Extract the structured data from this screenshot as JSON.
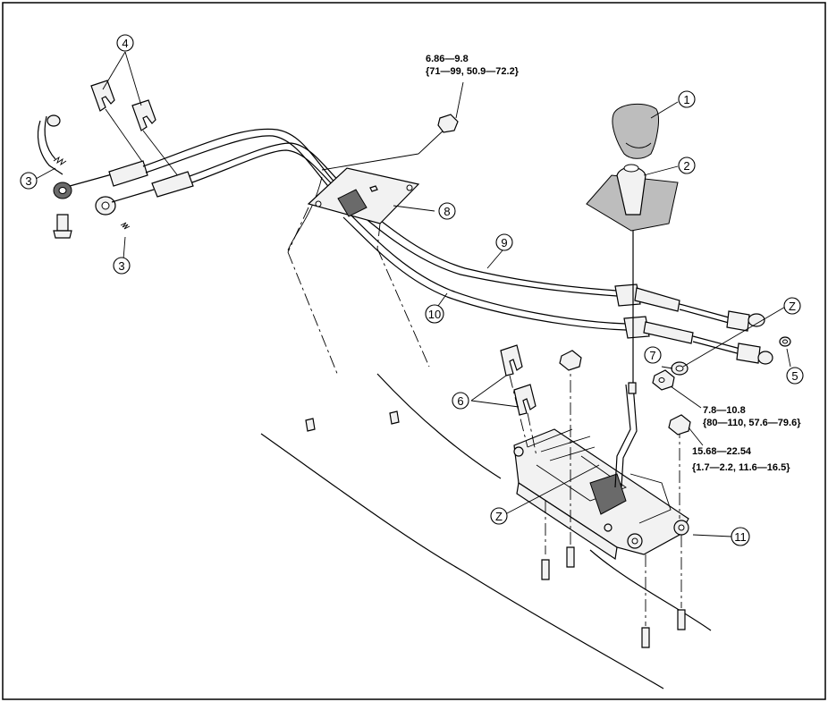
{
  "callouts": {
    "c1": "1",
    "c2": "2",
    "c3a": "3",
    "c3b": "3",
    "c4": "4",
    "c5": "5",
    "c6": "6",
    "c7": "7",
    "c8": "8",
    "c9": "9",
    "c10": "10",
    "c11": "11",
    "z1": "Z",
    "z2": "Z"
  },
  "torque_specs": {
    "t1_line1": "6.86—9.8",
    "t1_line2": "{71—99, 50.9—72.2}",
    "t2_line1": "7.8—10.8",
    "t2_line2": "{80—110, 57.6—79.6}",
    "t3_line1": "15.68—22.54",
    "t3_line2": "{1.7—2.2, 11.6—16.5}"
  }
}
